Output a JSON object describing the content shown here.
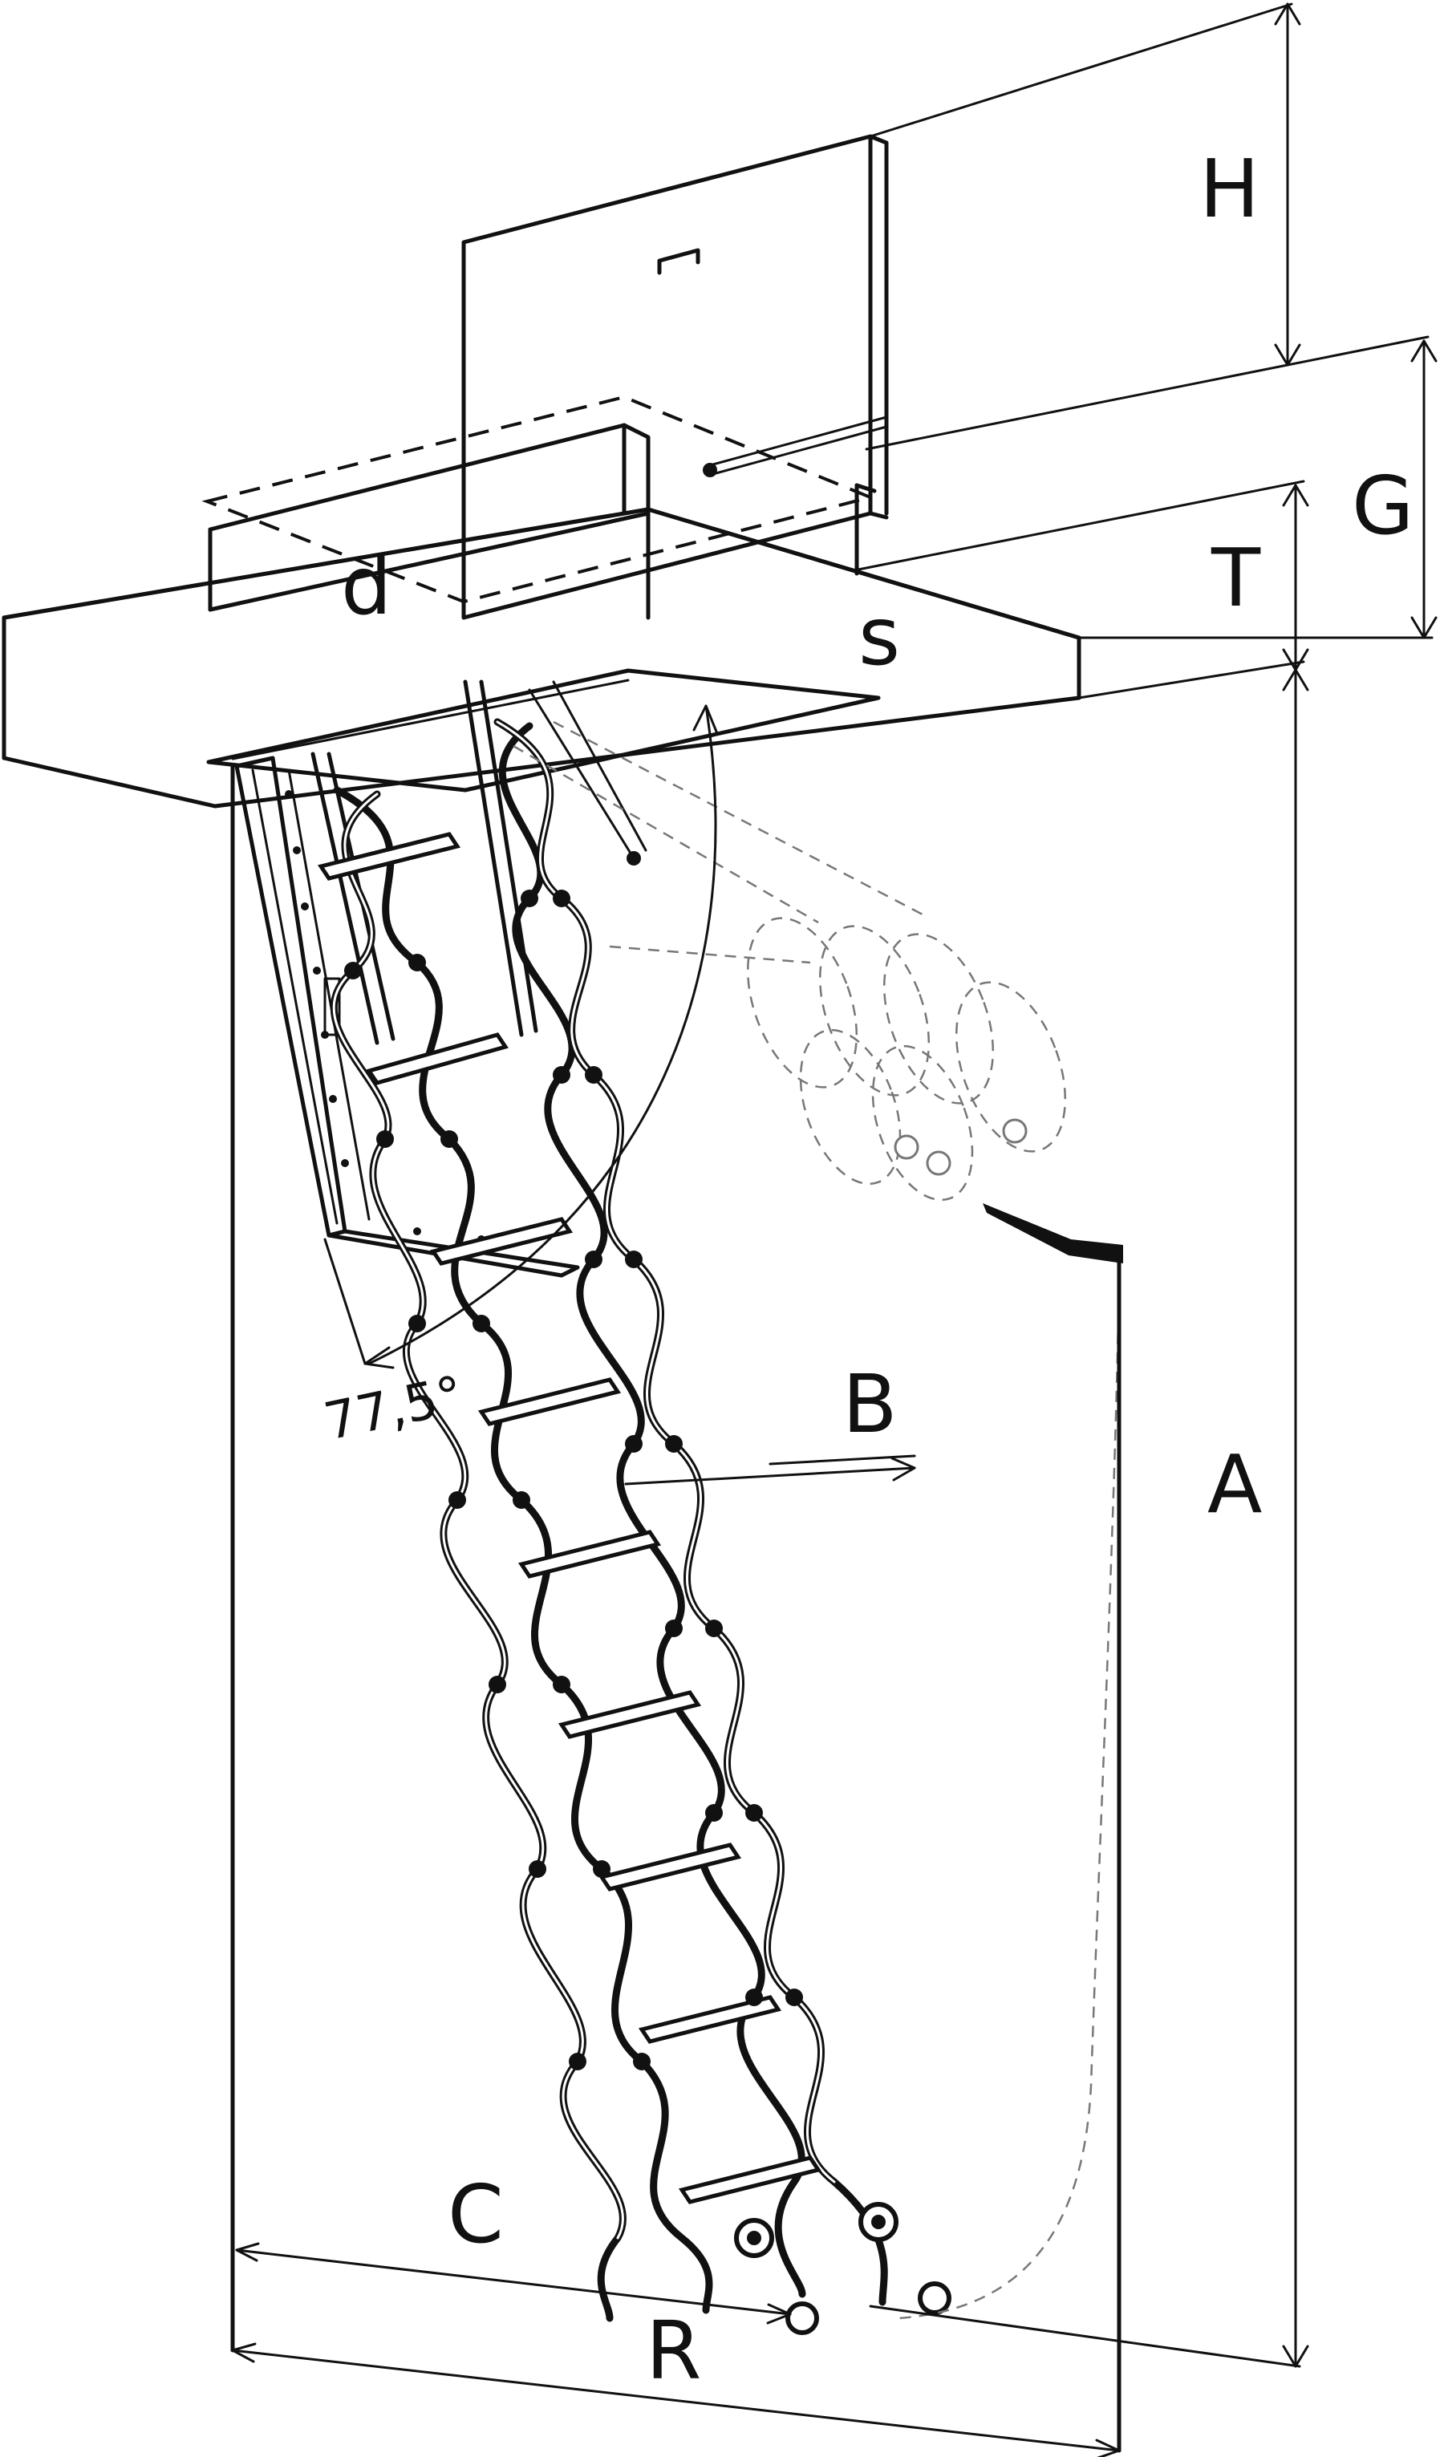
{
  "labels": {
    "H": "H",
    "G": "G",
    "T": "T",
    "d": "d",
    "s": "s",
    "A": "A",
    "B": "B",
    "C": "C",
    "R": "R",
    "angle": "77,5°"
  }
}
